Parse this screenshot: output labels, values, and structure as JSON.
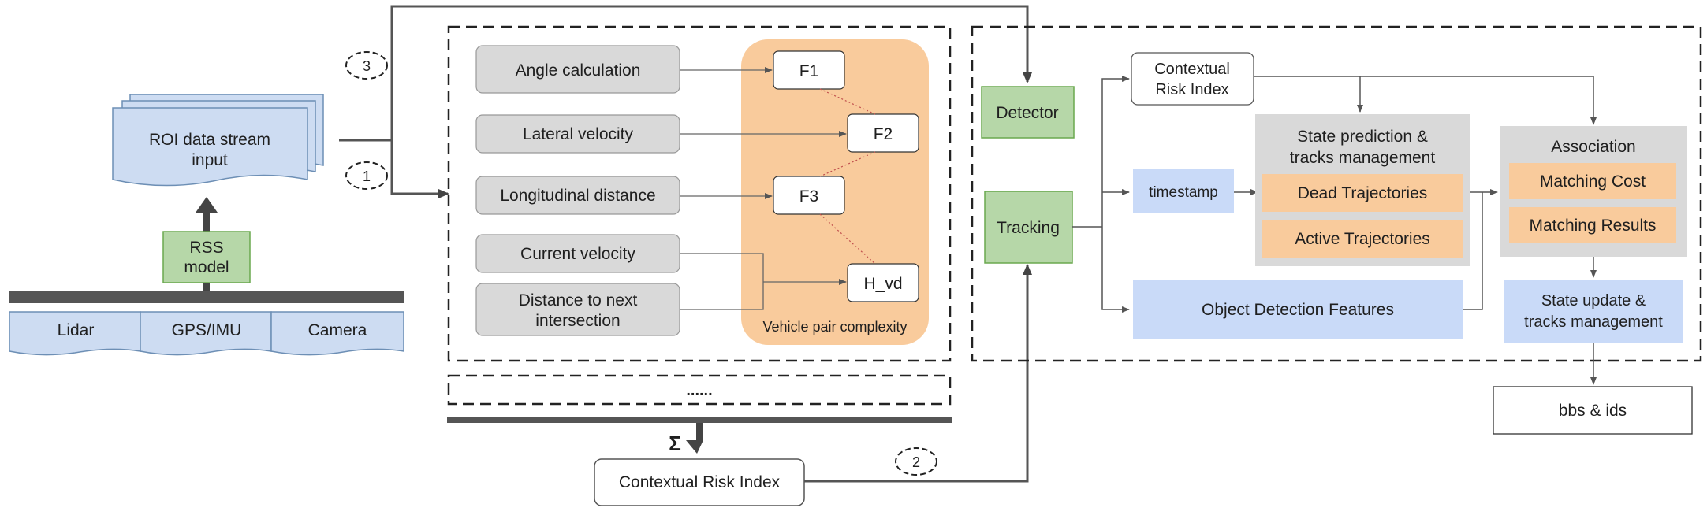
{
  "sensors": {
    "roi_label_1": "ROI data stream",
    "roi_label_2": "input",
    "rss_label_1": "RSS",
    "rss_label_2": "model",
    "lidar": "Lidar",
    "gps_imu": "GPS/IMU",
    "camera": "Camera"
  },
  "markers": {
    "m1": "1",
    "m2": "2",
    "m3": "3"
  },
  "features": {
    "angle": "Angle calculation",
    "lateral": "Lateral velocity",
    "longitudinal": "Longitudinal distance",
    "current_velocity": "Current velocity",
    "distance_1": "Distance to next",
    "distance_2": "intersection",
    "f1": "F1",
    "f2": "F2",
    "f3": "F3",
    "hvd": "H_vd",
    "complexity_label": "Vehicle pair complexity",
    "ellipsis": "......",
    "sigma": "Σ",
    "cri_bottom": "Contextual Risk Index"
  },
  "tracking": {
    "detector": "Detector",
    "tracking": "Tracking",
    "cri_1": "Contextual",
    "cri_2": "Risk Index",
    "timestamp": "timestamp",
    "state_pred_1": "State prediction &",
    "state_pred_2": "tracks management",
    "dead": "Dead Trajectories",
    "active": "Active Trajectories",
    "association": "Association",
    "matching_cost": "Matching Cost",
    "matching_results": "Matching Results",
    "odf": "Object Detection Features",
    "state_update_1": "State update &",
    "state_update_2": "tracks management",
    "output": "bbs & ids"
  },
  "colors": {
    "blue": "#cddcf2",
    "light_blue": "#c9daf8",
    "green": "#b6d7a8",
    "gray": "#d9d9d9",
    "orange": "#f9cb9c",
    "dark": "#444444"
  }
}
